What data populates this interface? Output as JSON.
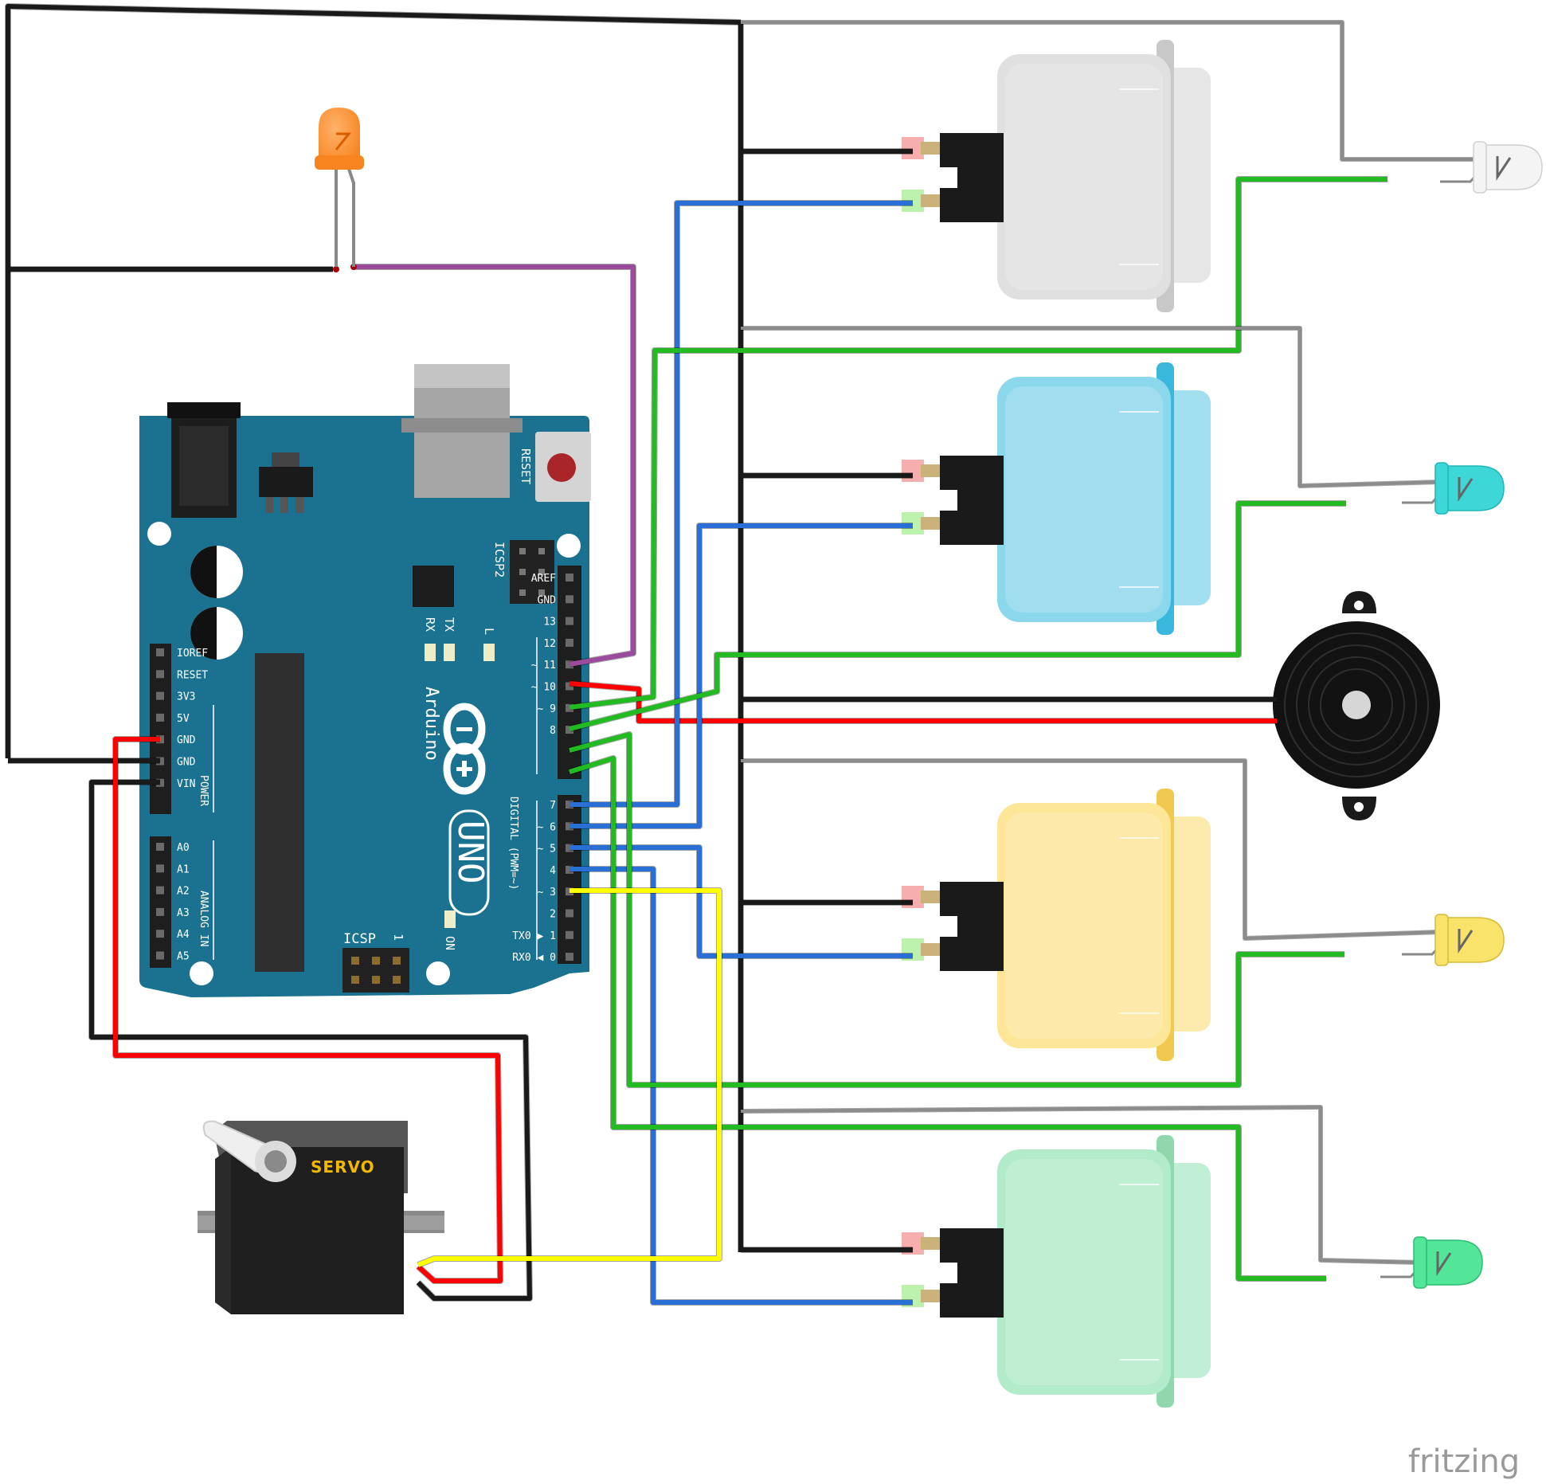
{
  "board": {
    "labels": {
      "reset": "RESET",
      "icsp2": "ICSP2",
      "icsp": "ICSP",
      "icsp_pin1": "1",
      "tx": "TX",
      "rx": "RX",
      "l": "L",
      "on": "ON",
      "brand": "Arduino",
      "model": "UNO",
      "digital": "DIGITAL (PWM=~)",
      "power": "POWER",
      "analog": "ANALOG IN"
    },
    "power_pins": [
      "IOREF",
      "RESET",
      "3V3",
      "5V",
      "GND",
      "GND",
      "VIN"
    ],
    "analog_pins": [
      "A0",
      "A1",
      "A2",
      "A3",
      "A4",
      "A5"
    ],
    "digital_top": [
      "AREF",
      "GND",
      "13",
      "12",
      "~ 11",
      "~ 10",
      "~ 9",
      "8"
    ],
    "digital_bottom": [
      "7",
      "~ 6",
      "~ 5",
      "4",
      "~ 3",
      "2",
      "TX0 ▶ 1",
      "RX0 ◀ 0"
    ]
  },
  "servo": {
    "label": "SERVO"
  },
  "watermark": "fritzing",
  "colors": {
    "board": "#1b7290",
    "button_white": "#e0e0e0",
    "button_blue": "#8bd7ec",
    "button_yellow": "#fde698",
    "button_green": "#b1ebca",
    "led_orange": "#f7841f",
    "led_white": "#f4f4f4",
    "led_cyan": "#3ed7d7",
    "led_yellow": "#f9e36a",
    "led_green": "#52e698",
    "wire_black": "#1a1a1a",
    "wire_red": "#ff0000",
    "wire_blue": "#2a6fd6",
    "wire_green": "#22bb22",
    "wire_yellow": "#ffff00",
    "wire_purple": "#9b4b9b",
    "wire_gray": "#8c8c8c"
  }
}
